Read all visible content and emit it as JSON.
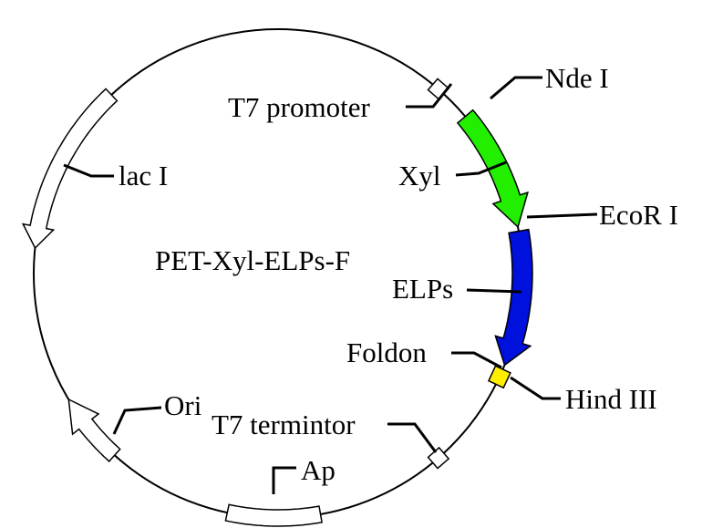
{
  "title": "PET-Xyl-ELPs-F",
  "features": {
    "nde": "Nde I",
    "t7promoter": "T7 promoter",
    "laci": "lac I",
    "xyl": "Xyl",
    "ecor": "EcoR I",
    "elps": "ELPs",
    "foldon": "Foldon",
    "hind": "Hind III",
    "ori": "Ori",
    "t7term": "T7 termintor",
    "ap": "Ap"
  },
  "colors": {
    "xyl": "#22ee00",
    "elps": "#0010dd",
    "foldon": "#ffee00",
    "outline": "#000000",
    "white": "#ffffff"
  }
}
